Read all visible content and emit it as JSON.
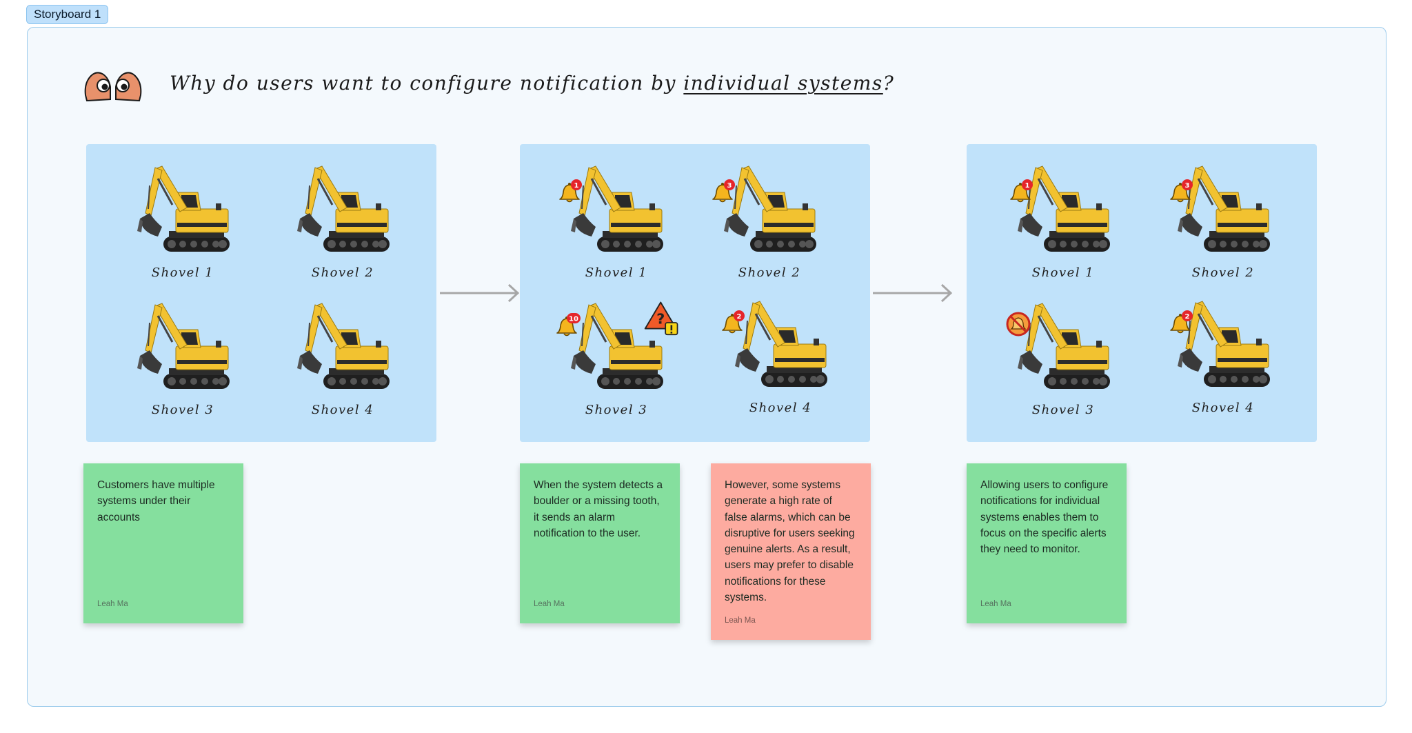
{
  "frame": {
    "label": "Storyboard 1"
  },
  "title": {
    "prefix": "Why do users want to configure notification by ",
    "emphasis": "individual systems",
    "suffix": "?"
  },
  "panels": [
    {
      "shovels": [
        {
          "label": "Shovel 1"
        },
        {
          "label": "Shovel 2"
        },
        {
          "label": "Shovel 3"
        },
        {
          "label": "Shovel 4"
        }
      ]
    },
    {
      "shovels": [
        {
          "label": "Shovel 1",
          "badge": "1"
        },
        {
          "label": "Shovel 2",
          "badge": "3"
        },
        {
          "label": "Shovel 3",
          "badge": "10"
        },
        {
          "label": "Shovel 4",
          "badge": "2"
        }
      ]
    },
    {
      "shovels": [
        {
          "label": "Shovel 1",
          "badge": "1"
        },
        {
          "label": "Shovel 2",
          "badge": "3"
        },
        {
          "label": "Shovel 3"
        },
        {
          "label": "Shovel 4",
          "badge": "2"
        }
      ]
    }
  ],
  "notes": [
    {
      "text": "Customers have multiple systems under their accounts",
      "author": "Leah Ma",
      "color": "#85df9e"
    },
    {
      "text": "When the system detects a boulder or a missing tooth, it sends an alarm notification to the user.",
      "author": "Leah Ma",
      "color": "#85df9e"
    },
    {
      "text": "However, some systems generate a high rate of false alarms, which can be disruptive for users seeking genuine alerts. As a result, users may prefer to disable notifications for these systems.",
      "author": "Leah Ma",
      "color": "#fdaba0"
    },
    {
      "text": "Allowing users to configure notifications for individual systems enables them to focus on the specific alerts they need to monitor.",
      "author": "Leah Ma",
      "color": "#85df9e"
    }
  ],
  "icons": {
    "title": "hands-binoculars-icon",
    "shovel": "excavator-icon",
    "bell": "bell-notification-icon",
    "muted": "bell-muted-icon",
    "warning": "warning-question-icon",
    "arrow": "arrow-right-icon"
  },
  "colors": {
    "panel": "#c0e2fa",
    "frame_border": "#9ccbec",
    "excavator": "#f2c230",
    "badge": "#e5252a"
  }
}
